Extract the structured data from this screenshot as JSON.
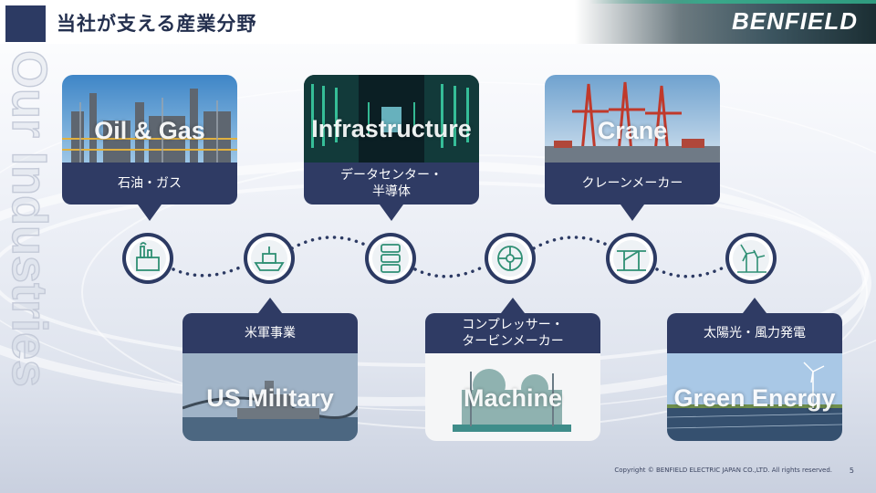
{
  "header": {
    "title": "当社が支える産業分野",
    "logo": "BENFIELD"
  },
  "side_text": "Our Industries",
  "industries_top": [
    {
      "photo_label": "Oil & Gas",
      "label": "石油・ガス",
      "icon": "factory-icon"
    },
    {
      "photo_label": "Infrastructure",
      "label_line1": "データセンター・",
      "label_line2": "半導体",
      "icon": "server-icon"
    },
    {
      "photo_label": "Crane",
      "label": "クレーンメーカー",
      "icon": "crane-icon"
    }
  ],
  "industries_bottom": [
    {
      "photo_label": "US Military",
      "label": "米軍事業",
      "icon": "ship-icon"
    },
    {
      "photo_label": "Machine",
      "label_line1": "コンプレッサー・",
      "label_line2": "タービンメーカー",
      "icon": "turbine-icon"
    },
    {
      "photo_label": "Green Energy",
      "label": "太陽光・風力発電",
      "icon": "wind-turbine-icon"
    }
  ],
  "footer": {
    "copyright": "Copyright © BENFIELD ELECTRIC JAPAN CO.,LTD. All rights reserved.",
    "page": "5"
  },
  "colors": {
    "navy": "#2f3b64",
    "accent_teal": "#3aa78a",
    "icon_ring": "#2c3a63"
  }
}
